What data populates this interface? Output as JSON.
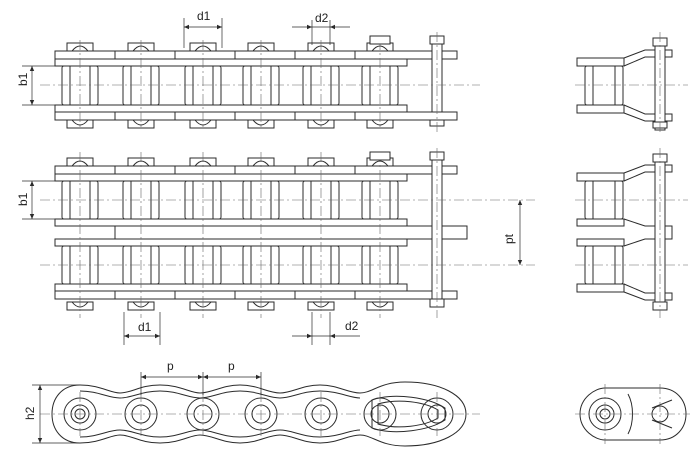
{
  "labels": {
    "d1_top": "d1",
    "d2_top": "d2",
    "b1_top": "b1",
    "b1_mid": "b1",
    "pt": "pt",
    "d1_bottom": "d1",
    "d2_bottom": "d2",
    "p_left": "p",
    "p_right": "p",
    "h2": "h2"
  },
  "colors": {
    "line": "#2b2b2b",
    "background": "#ffffff"
  }
}
